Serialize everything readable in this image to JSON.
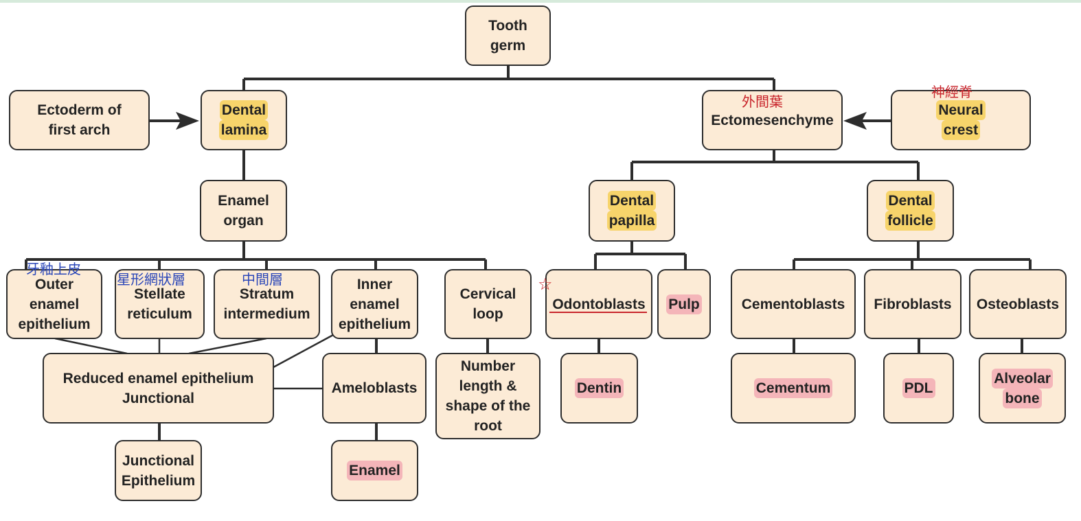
{
  "nodes": {
    "tooth_germ": [
      "Tooth",
      "germ"
    ],
    "ectoderm": [
      "Ectoderm of",
      "first arch"
    ],
    "dental_lamina": [
      "Dental",
      "lamina"
    ],
    "ectomesenchyme": [
      "Ectomesenchyme"
    ],
    "neural_crest": [
      "Neural",
      "crest"
    ],
    "enamel_organ": [
      "Enamel",
      "organ"
    ],
    "dental_papilla": [
      "Dental",
      "papilla"
    ],
    "dental_follicle": [
      "Dental",
      "follicle"
    ],
    "outer_enamel_epithelium": [
      "Outer",
      "enamel",
      "epithelium"
    ],
    "stellate_reticulum": [
      "Stellate",
      "reticulum"
    ],
    "stratum_intermedium": [
      "Stratum",
      "intermedium"
    ],
    "inner_enamel_epithelium": [
      "Inner",
      "enamel",
      "epithelium"
    ],
    "cervical_loop": [
      "Cervical",
      "loop"
    ],
    "odontoblasts": [
      "Odontoblasts"
    ],
    "pulp": [
      "Pulp"
    ],
    "cementoblasts": [
      "Cementoblasts"
    ],
    "fibroblasts": [
      "Fibroblasts"
    ],
    "osteoblasts": [
      "Osteoblasts"
    ],
    "reduced_enamel_epithelium": [
      "Reduced enamel epithelium",
      "Junctional"
    ],
    "ameloblasts": [
      "Ameloblasts"
    ],
    "root": [
      "Number",
      "length &",
      "shape of the",
      "root"
    ],
    "dentin": [
      "Dentin"
    ],
    "cementum": [
      "Cementum"
    ],
    "pdl": [
      "PDL"
    ],
    "alveolar_bone": [
      "Alveolar",
      "bone"
    ],
    "junctional_epithelium": [
      "Junctional",
      "Epithelium"
    ],
    "enamel": [
      "Enamel"
    ]
  },
  "annotations": {
    "ectomesenchyme": "外間葉",
    "neural_crest": "神經脊",
    "outer_enamel_epithelium": "牙釉上皮",
    "stellate_reticulum": "星形網狀層",
    "stratum_intermedium": "中間層"
  },
  "colors": {
    "box_fill": "#fcebd6",
    "line": "#2d2d2d",
    "highlight_yellow": "#f7d46b",
    "highlight_pink": "#f4b5b9",
    "annotation_blue": "#2a46b8",
    "annotation_red": "#c8242b"
  }
}
